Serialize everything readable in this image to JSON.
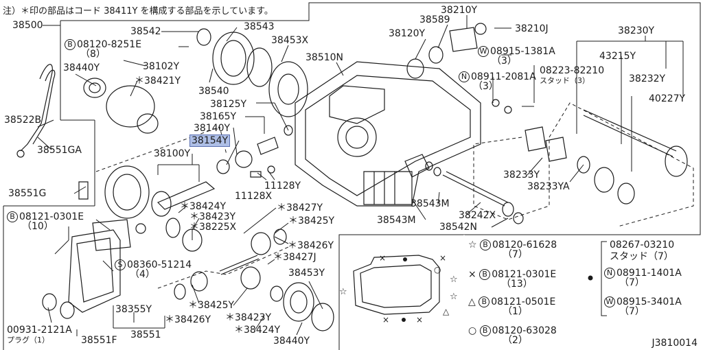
{
  "notice": "注）＊印の部品はコード 38411Y を構成する部品を示しています。",
  "diagram_id": "J3810014",
  "labels": {
    "p38500": "38500",
    "p38542": "38542",
    "p38543": "38543",
    "p38453X": "38453X",
    "p38510N": "38510N",
    "p38210Y": "38210Y",
    "p38589": "38589",
    "p38120Y": "38120Y",
    "p38210J": "38210J",
    "p38230Y": "38230Y",
    "b08120": "08120-8251E",
    "b08120_qty": "（8）",
    "p38440Y_top": "38440Y",
    "p38102Y": "38102Y",
    "p38421Y": "＊38421Y",
    "p38540": "38540",
    "w08915": "08915-1381A",
    "w08915_qty": "（3）",
    "n08911": "08911-2081A",
    "n08911_qty": "（3）",
    "p43215Y": "43215Y",
    "p08223": "08223-82210",
    "p08223_sub": "スタッド（3）",
    "p38232Y": "38232Y",
    "p40227Y": "40227Y",
    "p38125Y": "38125Y",
    "p38165Y": "38165Y",
    "p38140Y": "38140Y",
    "p38154Y": "38154Y",
    "p38522B": "38522B",
    "p38551GA": "38551GA",
    "p38100Y": "38100Y",
    "p11128Y": "11128Y",
    "p11128X": "11128X",
    "p38233Y": "38233Y",
    "p38233YA": "38233YA",
    "p38551G": "38551G",
    "p38543M_a": "38543M",
    "p38242X": "38242X",
    "p38543M_b": "38543M",
    "p38542N": "38542N",
    "b08121": "08121-0301E",
    "b08121_qty": "（10）",
    "p38424Y_a": "＊38424Y",
    "p38423Y_a": "＊38423Y",
    "p38225X": "＊38225X",
    "p38427Y": "＊38427Y",
    "p38425Y_a": "＊38425Y",
    "p38426Y_a": "＊38426Y",
    "p38427J": "＊38427J",
    "s08360": "08360-51214",
    "s08360_qty": "（4）",
    "p38453Y": "38453Y",
    "p38425Y_b": "＊38425Y",
    "p38355Y": "38355Y",
    "p38426Y_b": "＊38426Y",
    "p38423Y_b": "＊38423Y",
    "p00931": "00931-2121A",
    "p00931_sub": "プラグ（1）",
    "p38551F": "38551F",
    "p38551": "38551",
    "p38424Y_b": "＊38424Y",
    "p38440Y_bot": "38440Y"
  },
  "legend": {
    "star": "☆",
    "cross": "×",
    "triangle": "△",
    "circle_sym": "○",
    "dot": "●",
    "b_mark": "B",
    "s_mark": "S",
    "n_mark": "N",
    "w_mark": "W",
    "l1_code": "08120-61628",
    "l1_qty": "（7）",
    "l2_code": "08121-0301E",
    "l2_qty": "（13）",
    "l3_code": "08121-0501E",
    "l3_qty": "（1）",
    "l4_code": "08120-63028",
    "l4_qty": "（2）",
    "r1_code": "08267-03210",
    "r1_sub": "スタッド（7）",
    "r2_code": "08911-1401A",
    "r2_qty": "（7）",
    "r3_code": "08915-3401A",
    "r3_qty": "（7）"
  }
}
